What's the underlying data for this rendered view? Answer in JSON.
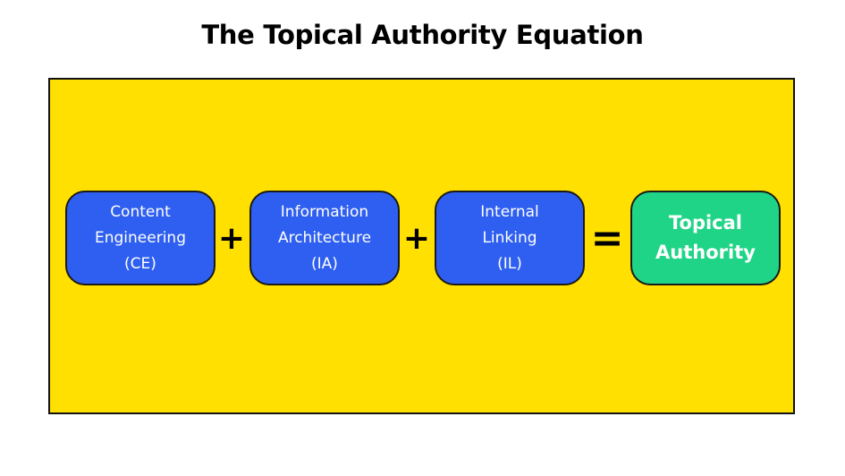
{
  "title": "The Topical Authority Equation",
  "boxes": [
    {
      "lines": [
        "Content",
        "Engineering",
        "(CE)"
      ]
    },
    {
      "lines": [
        "Information",
        "Architecture",
        "(IA)"
      ]
    },
    {
      "lines": [
        "Internal",
        "Linking",
        "(IL)"
      ]
    },
    {
      "lines": [
        "Topical",
        "Authority"
      ]
    }
  ],
  "operators": [
    "+",
    "+",
    "="
  ],
  "colors": {
    "panel": "#ffe000",
    "term_box": "#2e5ff0",
    "result_box": "#1fd486",
    "text_on_box": "#ffffff"
  }
}
